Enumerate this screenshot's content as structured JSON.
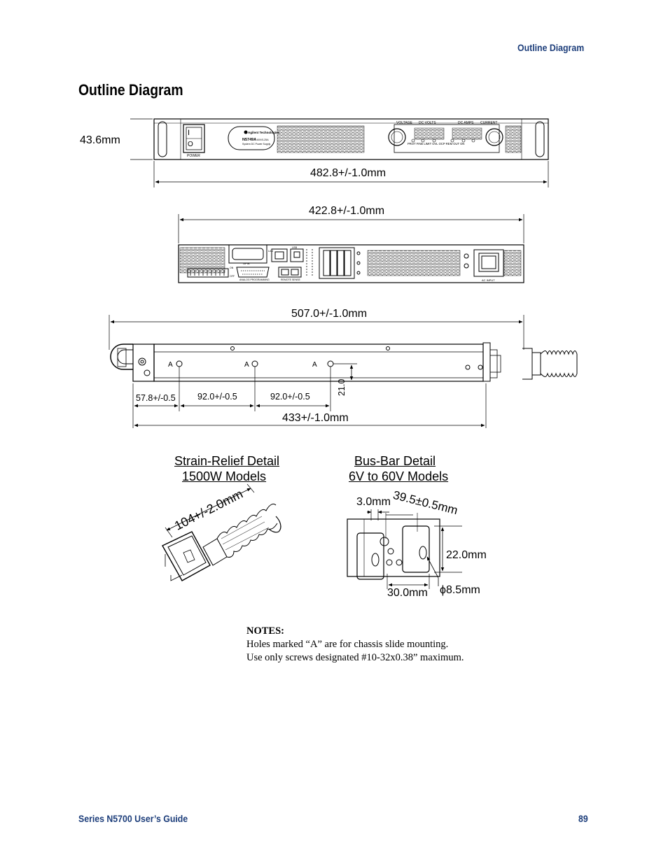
{
  "header": {
    "section": "Outline Diagram"
  },
  "page_title": "Outline Diagram",
  "front_view": {
    "height_dim": "43.6mm",
    "width_dim": "482.8+/-1.0mm",
    "panel": {
      "switch_on": "I",
      "switch_off": "O",
      "power_label": "POWER",
      "brand": "Agilent Technologies",
      "model": "N5749A",
      "model_range": "60V/0-25A",
      "model_sub": "System DC Power Supply",
      "voltage_label": "VOLTAGE",
      "dc_volts": "DC VOLTS",
      "dc_amps": "DC AMPS",
      "current_label": "CURRENT",
      "indicators": "PROT  FINE  LIMIT  OVL    OCP  REM  OUT ON"
    }
  },
  "rear_view": {
    "width_dim": "422.8+/-1.0mm",
    "labels": {
      "gpib": "GPIB",
      "lan": "LAN",
      "usb": "USB",
      "analog": "ANALOG PROGRAMMING",
      "remote": "REMOTE SENSE",
      "dip_on": "ON",
      "dip_off": "OFF",
      "ac_input": "AC INPUT"
    }
  },
  "side_view": {
    "overall_dim": "507.0+/-1.0mm",
    "body_dim": "433+/-1.0mm",
    "hole_offset_1": "57.8+/-0.5",
    "hole_offset_2": "92.0+/-0.5",
    "hole_offset_3": "92.0+/-0.5",
    "hole_height": "21.0",
    "hole_marks": [
      "A",
      "A",
      "A"
    ]
  },
  "strain_relief": {
    "title_line1": "Strain-Relief Detail",
    "title_line2": "1500W Models",
    "length_dim": "104+/-2.0mm"
  },
  "bus_bar": {
    "title_line1": "Bus-Bar Detail",
    "title_line2": "6V to 60V Models",
    "thickness": "3.0mm",
    "spacing": "39.5±0.5mm",
    "height": "22.0mm",
    "width": "30.0mm",
    "hole_diameter": "ϕ8.5mm"
  },
  "notes": {
    "title": "NOTES:",
    "line1": "Holes marked “A” are for chassis slide mounting.",
    "line2": "Use only screws designated #10-32x0.38” maximum."
  },
  "footer": {
    "guide": "Series N5700 User’s Guide",
    "page": "89"
  }
}
